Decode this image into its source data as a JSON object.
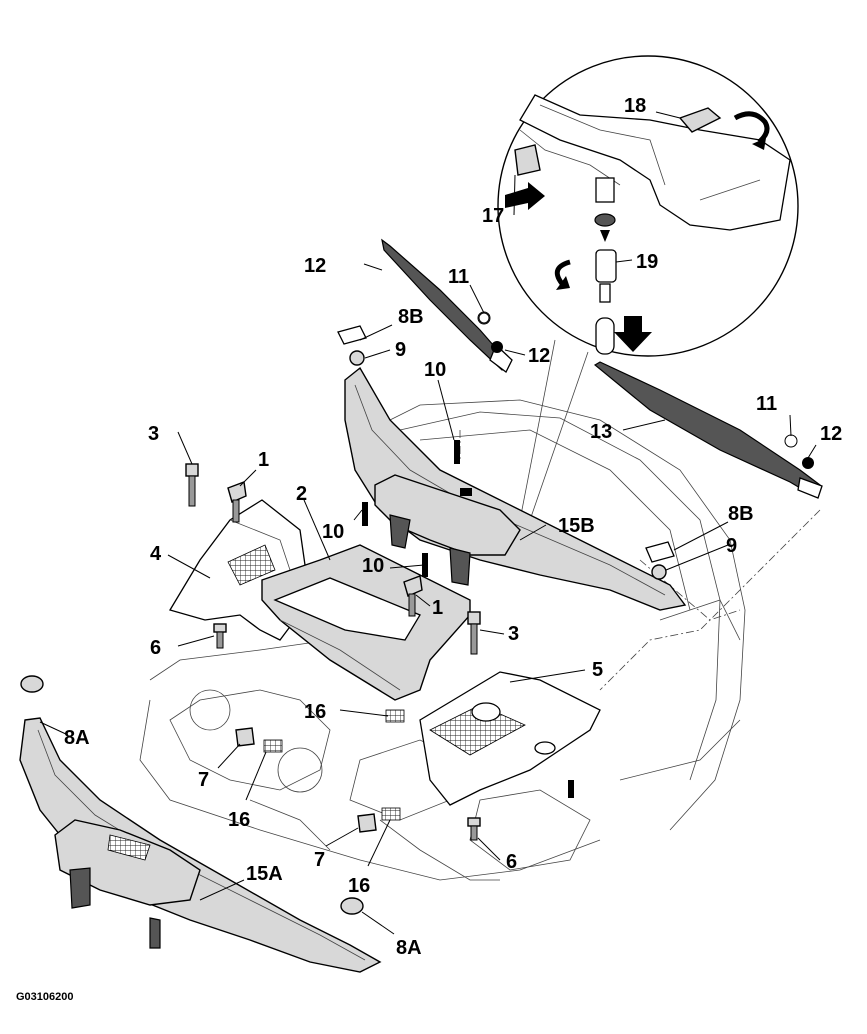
{
  "figure_id": "G03106200",
  "labels": {
    "c1a": "1",
    "c1b": "1",
    "c2": "2",
    "c3a": "3",
    "c3b": "3",
    "c4": "4",
    "c5": "5",
    "c6a": "6",
    "c6b": "6",
    "c7a": "7",
    "c7b": "7",
    "c8a_top": "8A",
    "c8a_bot": "8A",
    "c8b_left": "8B",
    "c8b_right": "8B",
    "c9a": "9",
    "c9b": "9",
    "c10a": "10",
    "c10b": "10",
    "c10c": "10",
    "c11a": "11",
    "c11b": "11",
    "c12a": "12",
    "c12b": "12",
    "c12c": "12",
    "c13": "13",
    "c15a": "15A",
    "c15b": "15B",
    "c16a": "16",
    "c16b": "16",
    "c16c": "16",
    "c17": "17",
    "c18": "18",
    "c19": "19"
  }
}
